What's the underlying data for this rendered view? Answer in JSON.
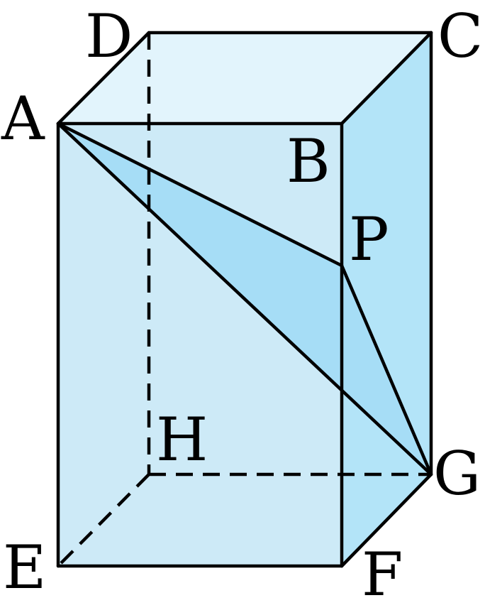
{
  "figure": {
    "labels": {
      "A": "A",
      "B": "B",
      "C": "C",
      "D": "D",
      "E": "E",
      "F": "F",
      "G": "G",
      "H": "H",
      "P": "P"
    },
    "colors": {
      "front_face": "#cdeaf7",
      "top_face": "#e2f4fc",
      "right_face": "#b3e4f8",
      "triangle": "#a6ddf6",
      "edge": "#000000"
    }
  }
}
